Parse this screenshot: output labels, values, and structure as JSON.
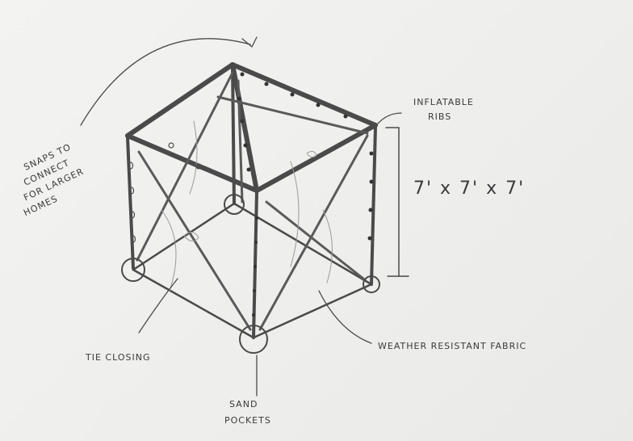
{
  "sketch": {
    "colors": {
      "paper": "#efefed",
      "pencil": "#3a3a3a",
      "light_pencil": "#8a8a8a"
    },
    "labels": {
      "snaps": [
        "SNAPS TO",
        "CONNECT",
        "FOR LARGER",
        "HOMES"
      ],
      "inflatable": [
        "INFLATABLE",
        "RIBS"
      ],
      "dimensions": "7' x 7' x 7'",
      "tie_closing": "TIE CLOSING",
      "weather": "WEATHER RESISTANT FABRIC",
      "sand": [
        "SAND",
        "POCKETS"
      ]
    }
  }
}
